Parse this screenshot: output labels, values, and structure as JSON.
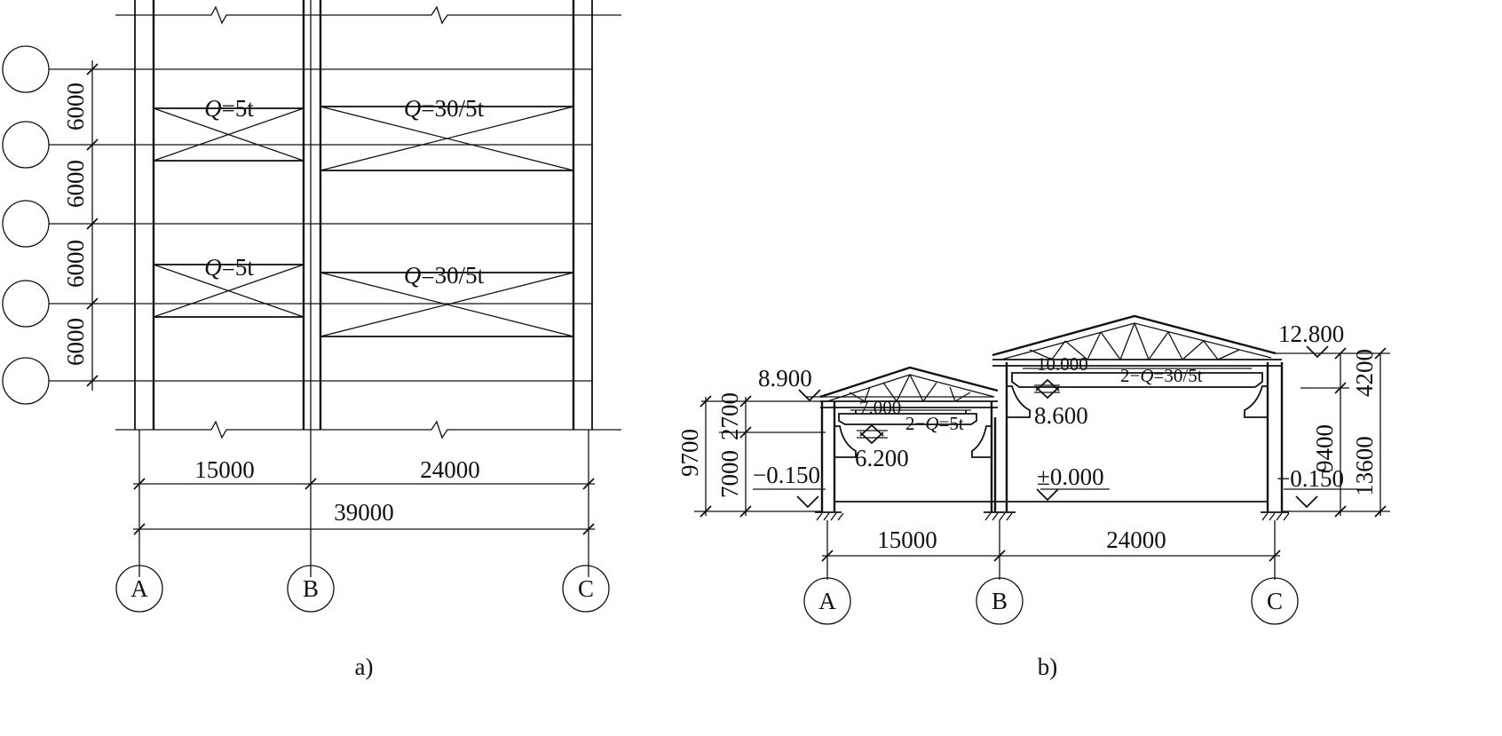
{
  "plan": {
    "caption": "a)",
    "bay_spacing": [
      "6000",
      "6000",
      "6000",
      "6000"
    ],
    "span_dims": [
      "15000",
      "24000"
    ],
    "total_dim": "39000",
    "axis_labels": [
      "A",
      "B",
      "C"
    ],
    "cranes": [
      {
        "q": "Q",
        "rest": "=5t"
      },
      {
        "q": "Q",
        "rest": "=30/5t"
      },
      {
        "q": "Q",
        "rest": "=5t"
      },
      {
        "q": "Q",
        "rest": "=30/5t"
      }
    ]
  },
  "section": {
    "caption": "b)",
    "elevations": {
      "low_eave": "8.900",
      "high_ridge": "12.800",
      "high_crane": "10.000",
      "high_rail": "8.600",
      "low_crane": "7.000",
      "low_rail": "6.200",
      "floor": "±0.000",
      "ground_left": "−0.150",
      "ground_right": "−0.150"
    },
    "crane_low": {
      "prefix": "2−",
      "q": "Q",
      "rest": "=5t"
    },
    "crane_high": {
      "prefix": "2−",
      "q": "Q",
      "rest": "=30/5t"
    },
    "left_dims": [
      "9700",
      "2700",
      "7000"
    ],
    "right_dims": [
      "4200",
      "9400",
      "13600"
    ],
    "span_dims": [
      "15000",
      "24000"
    ],
    "axis_labels": [
      "A",
      "B",
      "C"
    ]
  }
}
